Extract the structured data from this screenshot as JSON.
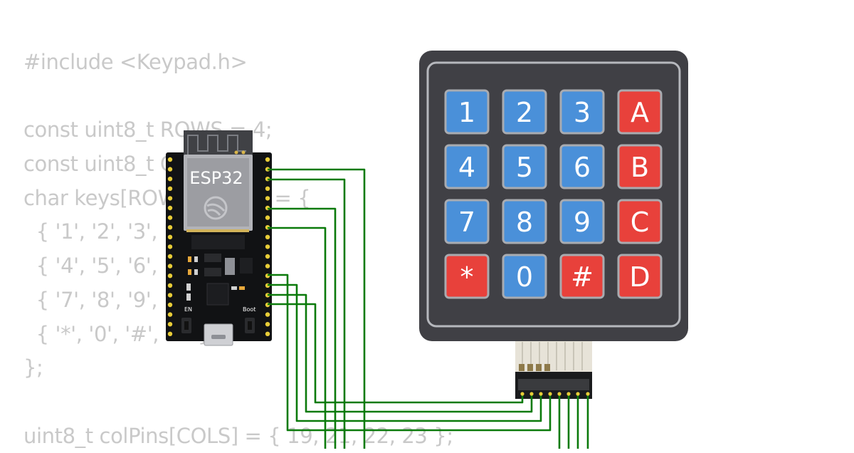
{
  "code_lines": [
    "#include <Keypad.h>",
    "",
    "const uint8_t ROWS = 4;",
    "const uint8_t COLS = 4;",
    "char keys[ROWS][COLS] = {",
    "  { '1', '2', '3', 'A' },",
    "  { '4', '5', '6', 'B' },",
    "  { '7', '8', '9', 'C' },",
    "  { '*', '0', '#', 'D' }",
    "};",
    "",
    "uint8_t colPins[COLS] = { 19, 21, 22, 23 };"
  ],
  "board": {
    "label": "ESP32",
    "en_label": "EN",
    "boot_label": "Boot"
  },
  "keypad": {
    "keys": [
      [
        "1",
        "2",
        "3",
        "A"
      ],
      [
        "4",
        "5",
        "6",
        "B"
      ],
      [
        "7",
        "8",
        "9",
        "C"
      ],
      [
        "*",
        "0",
        "#",
        "D"
      ]
    ],
    "colors": {
      "digit": "#4a90d9",
      "letter": "#e8413b",
      "symbol": "#e8413b",
      "frame": "#404045",
      "key_border": "#a9abb0",
      "wire": "#0b7a0b"
    }
  }
}
